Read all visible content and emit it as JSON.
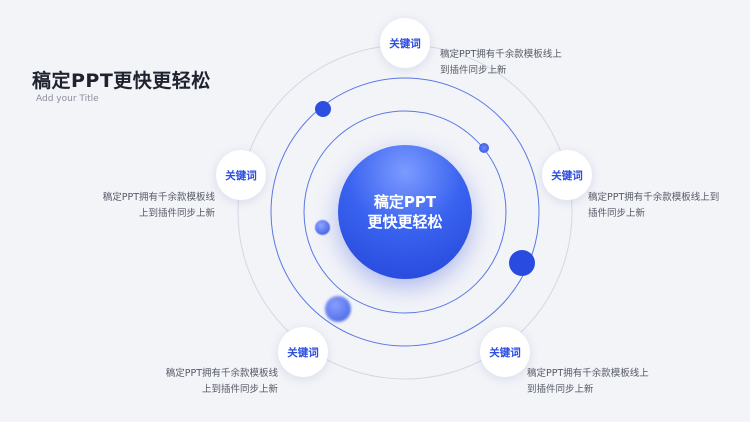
{
  "header": {
    "title": "稿定PPT更快更轻松",
    "subtitle": "Add your Title"
  },
  "center": {
    "line1": "稿定PPT",
    "line2": "更快更轻松"
  },
  "nodes": [
    {
      "label": "关键词",
      "text_line1": "稿定PPT拥有千余款模板线上",
      "text_line2": "到插件同步上新"
    },
    {
      "label": "关键词",
      "text_line1": "稿定PPT拥有千余款模板线上到",
      "text_line2": "插件同步上新"
    },
    {
      "label": "关键词",
      "text_line1": "稿定PPT拥有千余款模板线",
      "text_line2": "上到插件同步上新"
    },
    {
      "label": "关键词",
      "text_line1": "稿定PPT拥有千余款模板线",
      "text_line2": "上到插件同步上新"
    },
    {
      "label": "关键词",
      "text_line1": "稿定PPT拥有千余款模板线上",
      "text_line2": "到插件同步上新"
    }
  ],
  "colors": {
    "accent": "#2d4fe0",
    "ring": "#5a78e6",
    "outer_ring": "#c9cfe0"
  }
}
